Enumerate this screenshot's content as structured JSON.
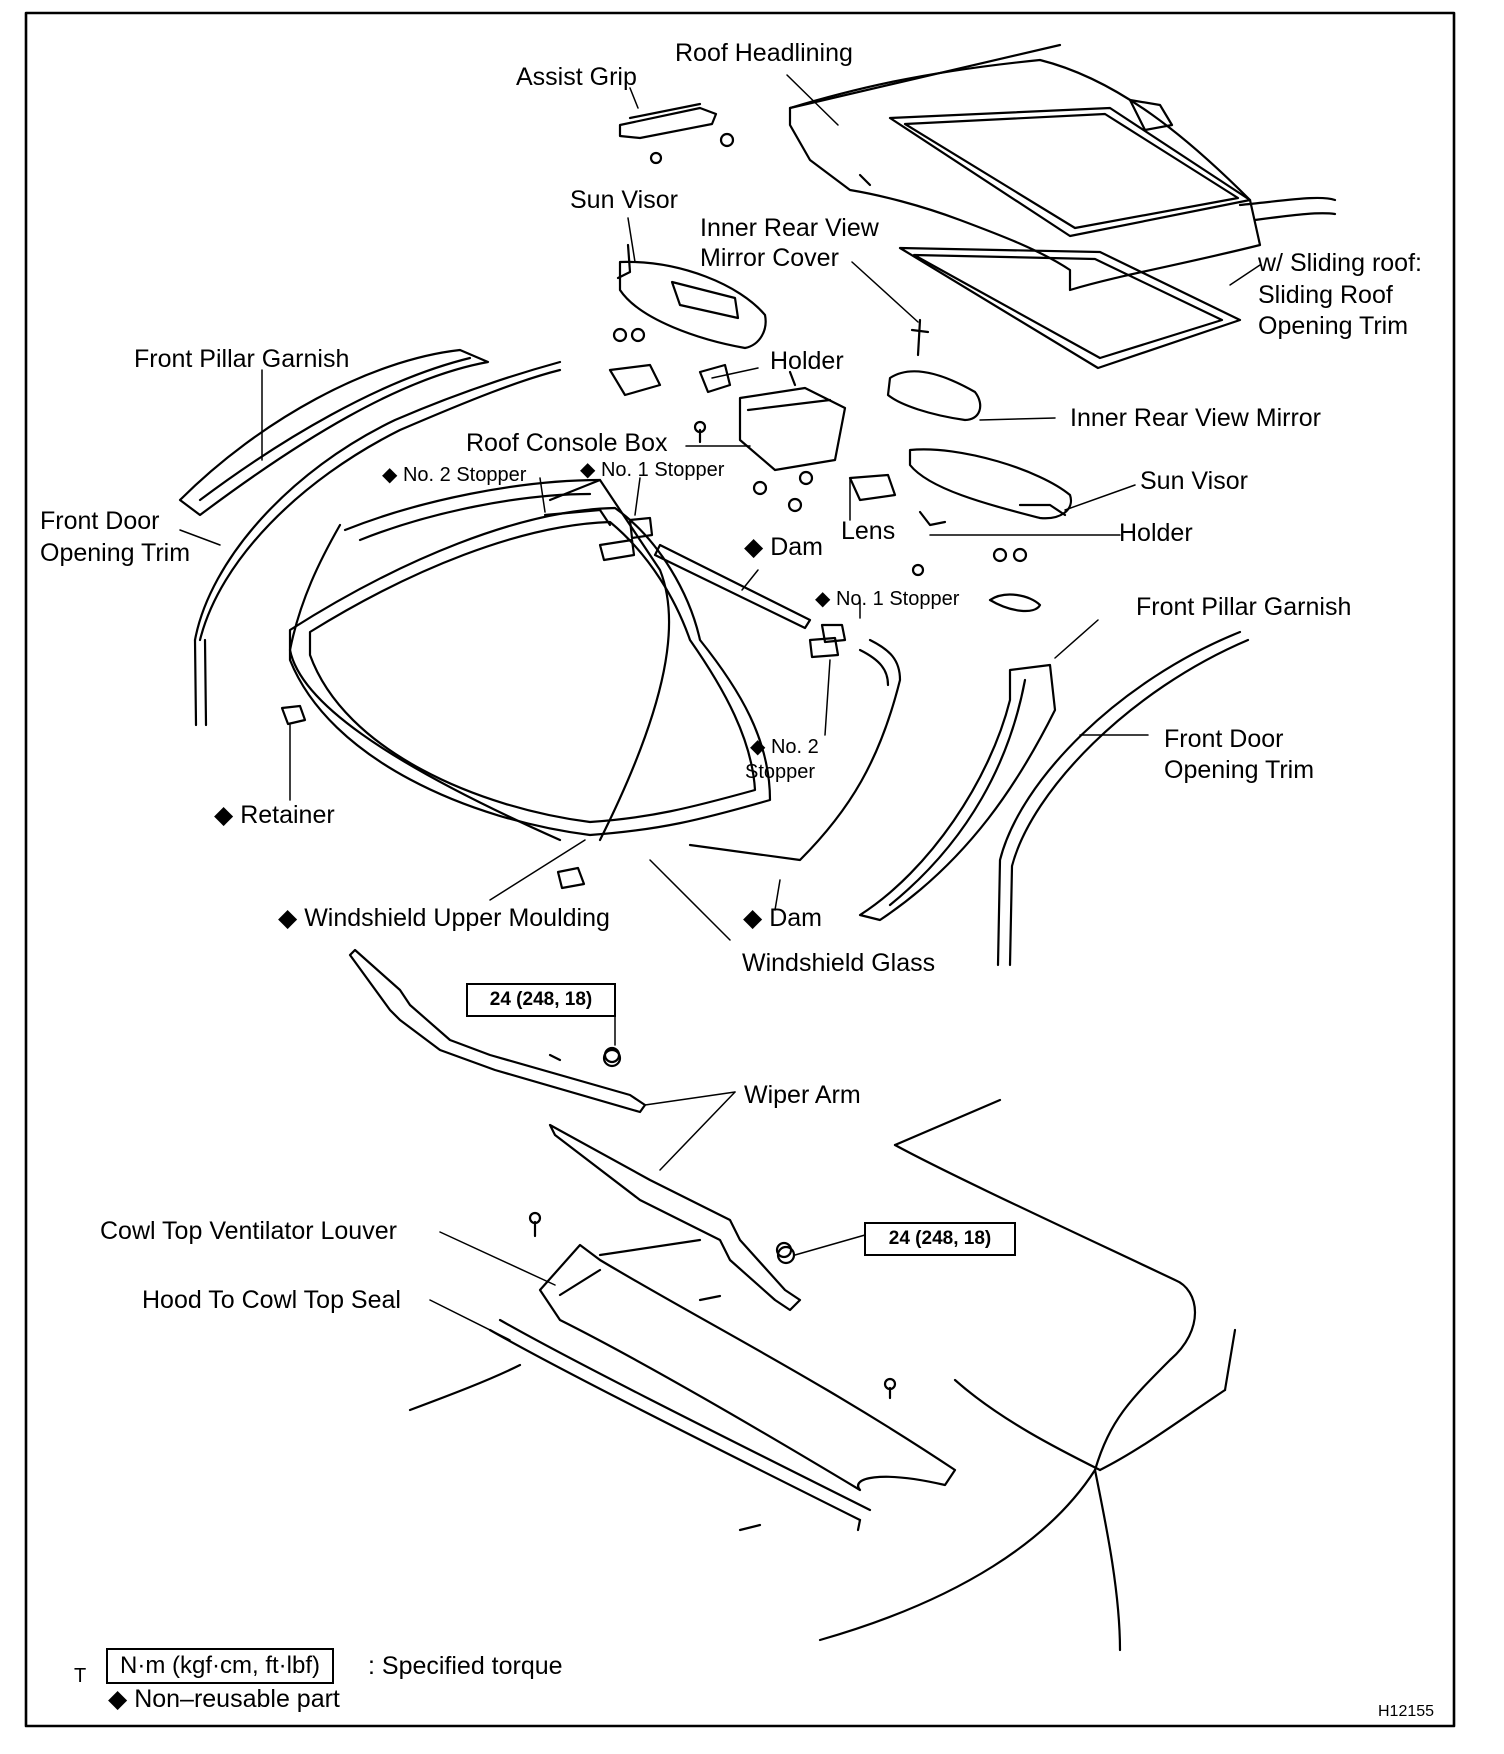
{
  "labels": {
    "assist_grip": "Assist Grip",
    "roof_headlining": "Roof Headlining",
    "sun_visor_left": "Sun Visor",
    "inner_rear_view_mirror_cover_1": "Inner Rear View",
    "inner_rear_view_mirror_cover_2": "Mirror Cover",
    "sliding_roof_1": "w/ Sliding roof:",
    "sliding_roof_2": "Sliding Roof",
    "sliding_roof_3": "Opening Trim",
    "front_pillar_garnish_left": "Front Pillar Garnish",
    "holder_upper": "Holder",
    "inner_rear_view_mirror": "Inner Rear View Mirror",
    "roof_console_box": "Roof Console Box",
    "no2_stopper_upper": "No. 2 Stopper",
    "no1_stopper_upper": "No. 1 Stopper",
    "sun_visor_right": "Sun Visor",
    "front_door_opening_trim_left_1": "Front Door",
    "front_door_opening_trim_left_2": "Opening Trim",
    "lens": "Lens",
    "holder_lower": "Holder",
    "dam_upper": "Dam",
    "no1_stopper_lower": "No. 1 Stopper",
    "front_pillar_garnish_right": "Front Pillar Garnish",
    "front_door_opening_trim_right_1": "Front Door",
    "front_door_opening_trim_right_2": "Opening Trim",
    "no2_stopper_lower_1": "No. 2",
    "no2_stopper_lower_2": "Stopper",
    "retainer": "Retainer",
    "windshield_upper_moulding": "Windshield Upper Moulding",
    "dam_lower": "Dam",
    "windshield_glass": "Windshield Glass",
    "wiper_arm": "Wiper Arm",
    "cowl_top_ventilator_louver": "Cowl Top Ventilator Louver",
    "hood_to_cowl_top_seal": "Hood To Cowl Top Seal"
  },
  "non_reusable_mark": "◆",
  "torque": {
    "upper": "24 (248, 18)",
    "lower": "24 (248, 18)"
  },
  "legend": {
    "t_mark": "T",
    "torque_unit": "N·m (kgf·cm, ft·lbf)",
    "torque_desc": ": Specified torque",
    "non_reusable": "Non–reusable part"
  },
  "figure_id": "H12155"
}
